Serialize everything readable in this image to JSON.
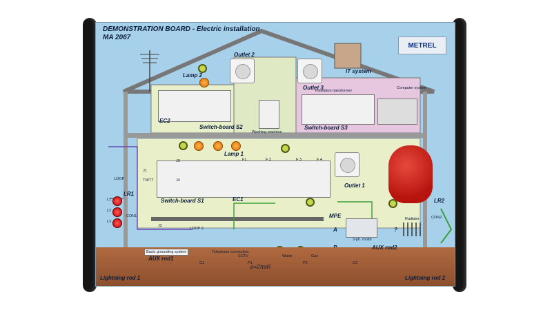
{
  "board": {
    "title_line1": "DEMONSTRATION BOARD  -  Electric installation",
    "title_line2": "MA 2067",
    "brand": "METREL",
    "labels": {
      "outlet2": "Outlet 2",
      "outlet3": "Outlet 3",
      "outlet1": "Outlet 1",
      "it_system": "IT system",
      "lamp2": "Lamp 2",
      "lamp1": "Lamp 1",
      "computer_system": "Computer system",
      "isolation_transformer": "Insulation transformer",
      "ec2": "EC2",
      "ec1": "EC1",
      "switchboard_s2": "Switch-board S2",
      "switchboard_s3": "Switch-board S3",
      "switchboard_s1": "Switch-board S1",
      "washing_machine": "Washing machine",
      "tn_tt": "TN/TT",
      "loop": "LOOP",
      "loop2": "LOOP 2",
      "lr1": "LR1",
      "lr2": "LR2",
      "l1": "L1",
      "l2": "L2",
      "l3": "L3",
      "con1": "CON1",
      "con2": "CON2",
      "j1": "J1",
      "j2": "J2",
      "j3": "J3",
      "j4": "J4",
      "f1": "F1",
      "f2": "F 2",
      "f3": "F 3",
      "f4": "F 4",
      "mpe": "MPE",
      "basic_grounding": "Basic grounding system",
      "three_ph_motor": "3-ph. motor",
      "radiator": "Radiator",
      "aux_rod1": "AUX rod1",
      "aux_rod2": "AUX rod2",
      "lightning_rod1": "Lightning rod 1",
      "lightning_rod2": "Lightning rod 2",
      "telephone": "Telephone connection",
      "cctv": "CCTV",
      "water": "Water",
      "gas": "Gas",
      "formula": "ρ=2πaR",
      "p1": "P1",
      "p2": "P2",
      "c1": "C1",
      "c2": "C2",
      "a": "A",
      "b": "B",
      "q": "?"
    }
  }
}
